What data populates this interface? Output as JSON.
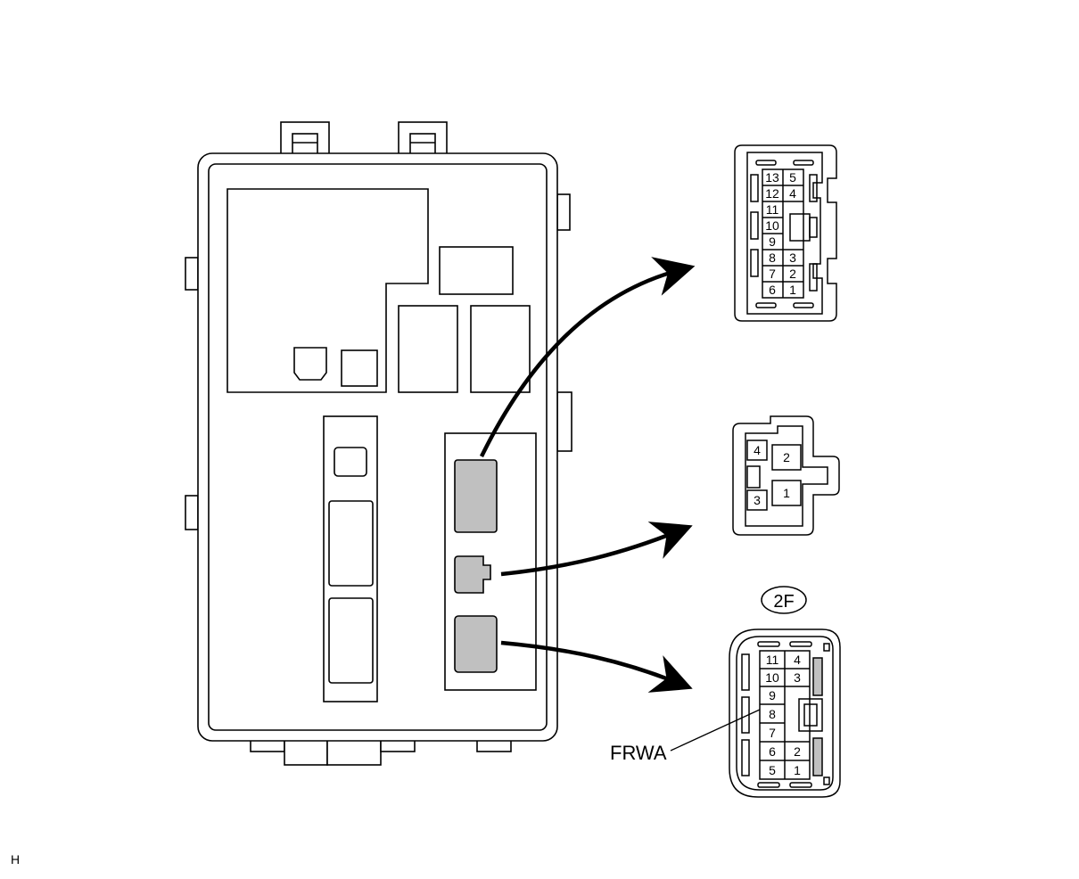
{
  "diagram": {
    "connector_top": {
      "pins_left": [
        "13",
        "12",
        "11",
        "10",
        "9",
        "8",
        "7",
        "6"
      ],
      "pins_right": [
        "5",
        "4",
        "",
        "",
        "",
        "3",
        "2",
        "1"
      ]
    },
    "connector_middle": {
      "pins": [
        "4",
        "2",
        "3",
        "1"
      ]
    },
    "connector_bottom": {
      "badge": "2F",
      "pins_left": [
        "11",
        "10",
        "9",
        "8",
        "7",
        "6",
        "5"
      ],
      "pins_right": [
        "4",
        "3",
        "",
        "",
        "",
        "2",
        "1"
      ],
      "callout_label": "FRWA"
    },
    "corner_code": "H",
    "colors": {
      "line": "#000000",
      "connector_fill": "#c0c0c0",
      "background": "#ffffff"
    }
  }
}
